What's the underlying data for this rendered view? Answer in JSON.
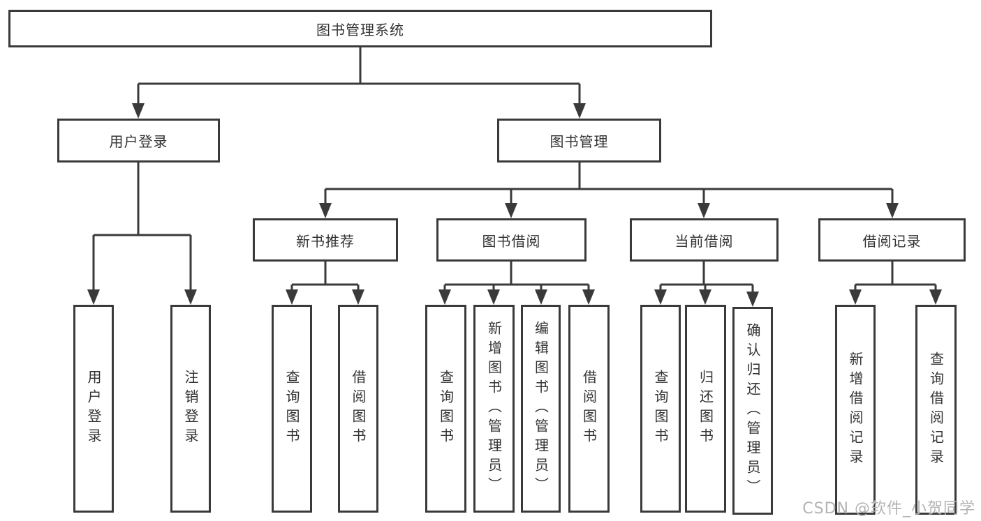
{
  "diagram_title": "图书管理系统",
  "tree": {
    "label": "图书管理系统",
    "children": [
      {
        "label": "用户登录",
        "children": [
          {
            "label": "用户登录"
          },
          {
            "label": "注销登录"
          }
        ]
      },
      {
        "label": "图书管理",
        "children": [
          {
            "label": "新书推荐",
            "children": [
              {
                "label": "查询图书"
              },
              {
                "label": "借阅图书"
              }
            ]
          },
          {
            "label": "图书借阅",
            "children": [
              {
                "label": "查询图书"
              },
              {
                "label": "新增图书（管理员）"
              },
              {
                "label": "编辑图书（管理员）"
              },
              {
                "label": "借阅图书"
              }
            ]
          },
          {
            "label": "当前借阅",
            "children": [
              {
                "label": "查询图书"
              },
              {
                "label": "归还图书"
              },
              {
                "label": "确认归还（管理员）"
              }
            ]
          },
          {
            "label": "借阅记录",
            "children": [
              {
                "label": "新增借阅记录"
              },
              {
                "label": "查询借阅记录"
              }
            ]
          }
        ]
      }
    ]
  },
  "watermark": {
    "text": "CSDN @软件_小贺同学"
  },
  "colors": {
    "line": "#3a3a3a",
    "box_border": "#3a3a3a",
    "text": "#333333",
    "background": "#ffffff",
    "watermark": "#b3b3b3"
  }
}
